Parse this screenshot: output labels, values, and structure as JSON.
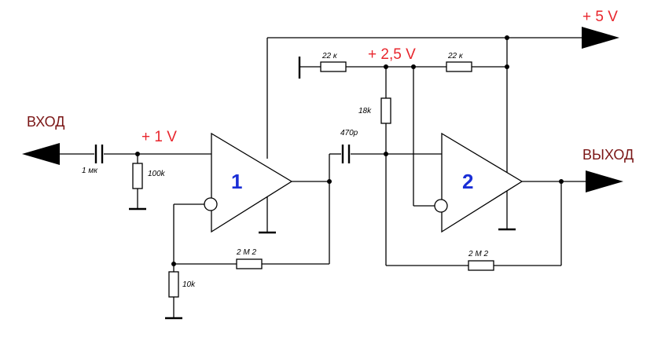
{
  "labels": {
    "input": "ВХОД",
    "output": "ВЫХОД",
    "plus_5v": "+ 5 V",
    "plus_2_5v": "+ 2,5 V",
    "plus_1v": "+ 1 V",
    "opamp1": "1",
    "opamp2": "2"
  },
  "components": {
    "c_in": "1 мк",
    "r_in_bias": "100k",
    "c_couple": "470p",
    "r_div_left": "22 к",
    "r_div_right": "22 к",
    "r_18k": "18k",
    "r_fb1": "2 М 2",
    "r_gnd1": "10k",
    "r_fb2": "2 М 2"
  },
  "colors": {
    "red_label": "#e8262d",
    "io_label": "#7a1616",
    "opamp_number": "#1a2fd6"
  }
}
